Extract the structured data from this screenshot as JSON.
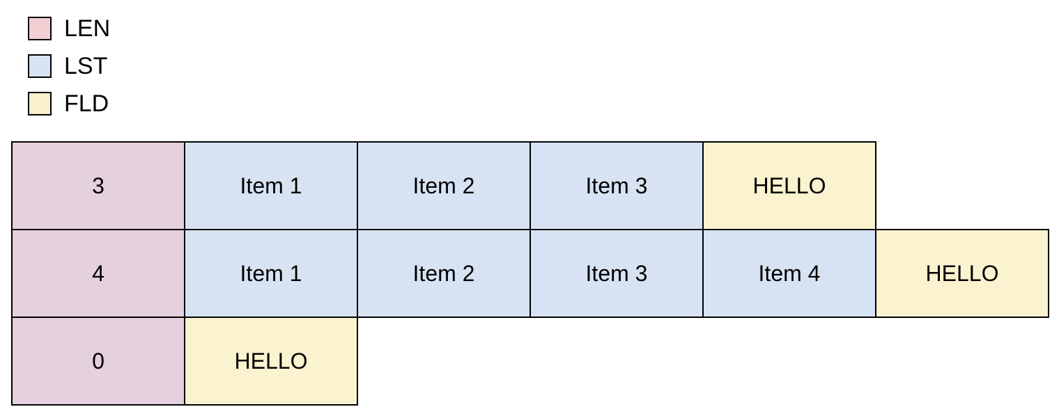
{
  "legend": {
    "items": [
      {
        "id": "len",
        "label": "LEN",
        "color": "#f1cfd2"
      },
      {
        "id": "lst",
        "label": "LST",
        "color": "#d6e3f3"
      },
      {
        "id": "fld",
        "label": "FLD",
        "color": "#faf0cb"
      }
    ]
  },
  "colors": {
    "len_cell": "#e5d0dd",
    "lst_cell": "#d7e3f3",
    "fld_cell": "#fbf2cf",
    "border": "#000000"
  },
  "rows": [
    {
      "cells": [
        {
          "type": "LEN",
          "text": "3"
        },
        {
          "type": "LST",
          "text": "Item 1"
        },
        {
          "type": "LST",
          "text": "Item 2"
        },
        {
          "type": "LST",
          "text": "Item 3"
        },
        {
          "type": "FLD",
          "text": "HELLO"
        }
      ]
    },
    {
      "cells": [
        {
          "type": "LEN",
          "text": "4"
        },
        {
          "type": "LST",
          "text": "Item 1"
        },
        {
          "type": "LST",
          "text": "Item 2"
        },
        {
          "type": "LST",
          "text": "Item 3"
        },
        {
          "type": "LST",
          "text": "Item 4"
        },
        {
          "type": "FLD",
          "text": "HELLO"
        }
      ]
    },
    {
      "cells": [
        {
          "type": "LEN",
          "text": "0"
        },
        {
          "type": "FLD",
          "text": "HELLO"
        }
      ]
    }
  ]
}
